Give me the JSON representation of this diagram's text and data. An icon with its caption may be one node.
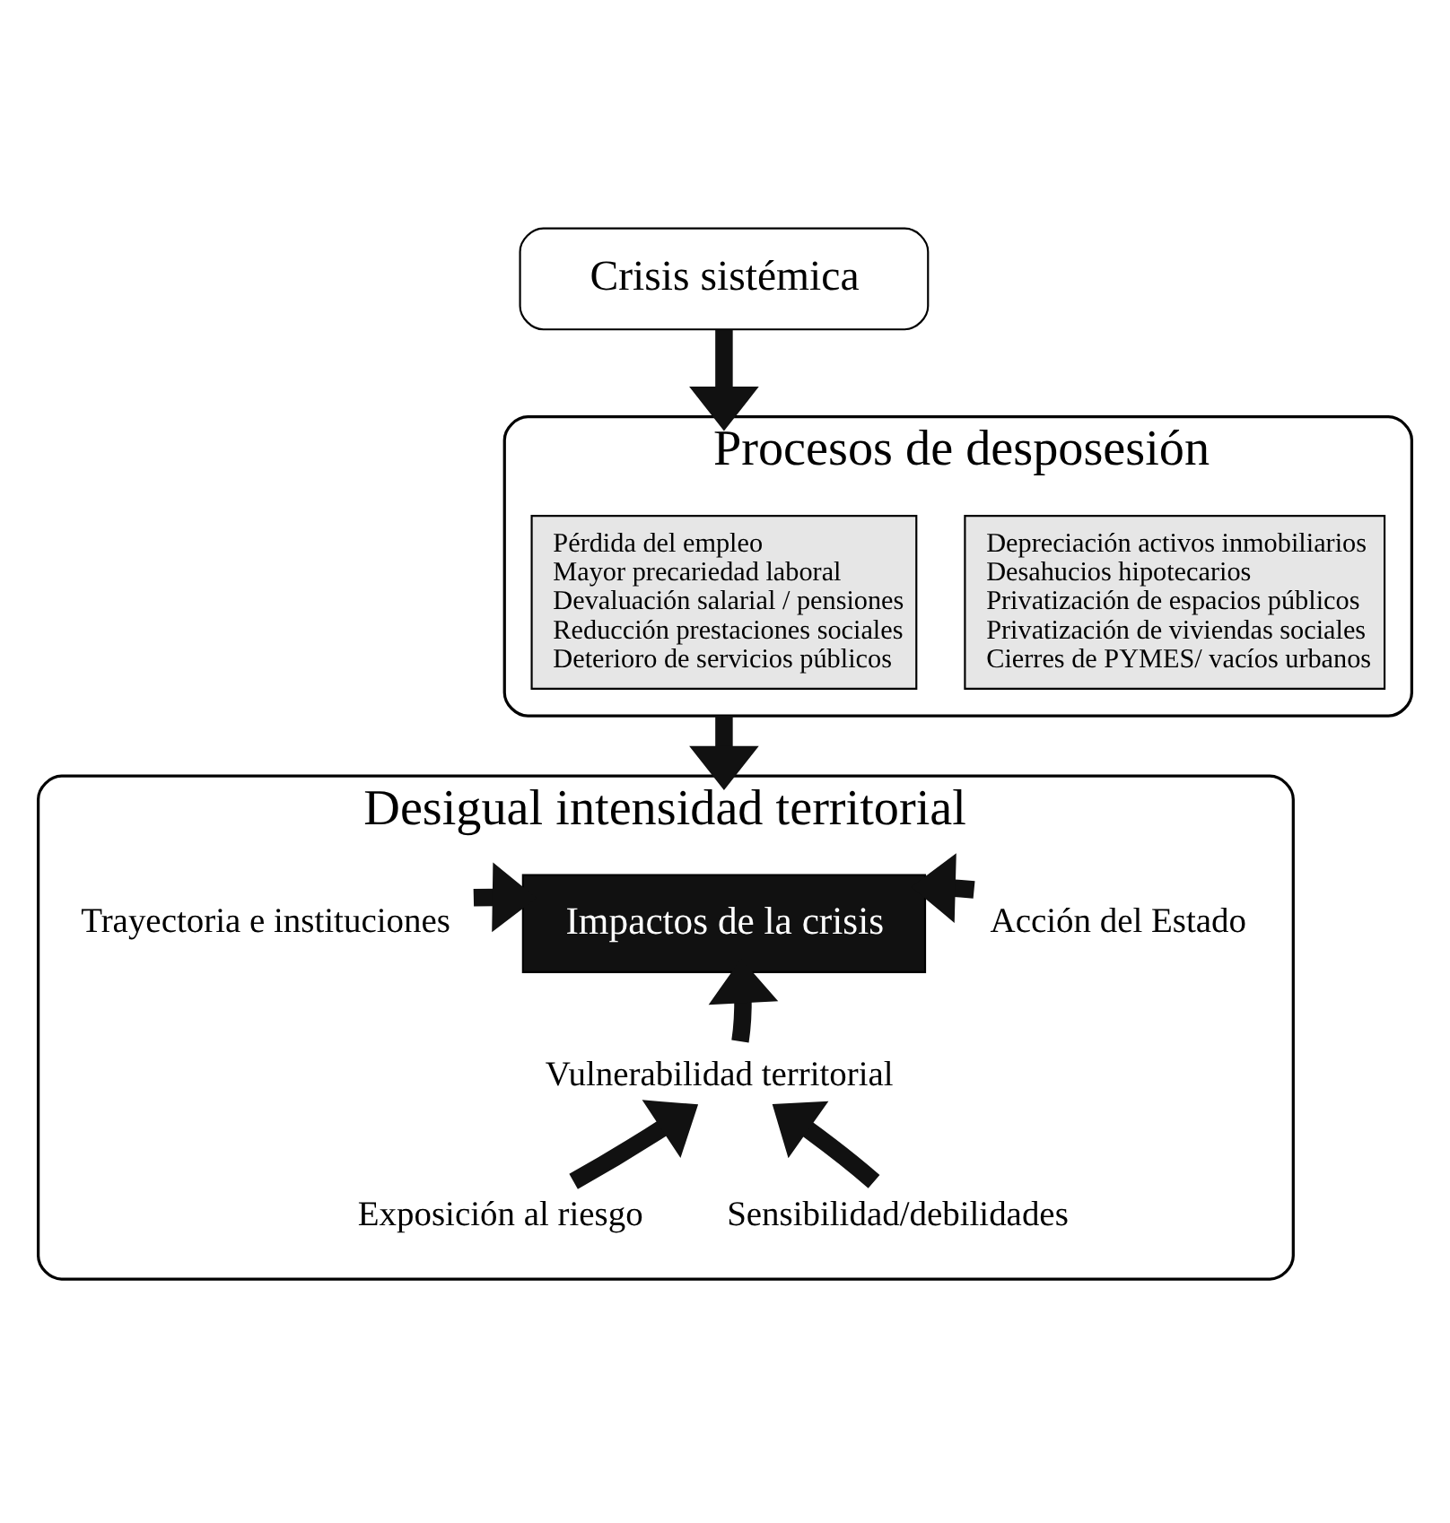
{
  "diagram": {
    "nodes": [
      {
        "text": [
          "Crisis sistémica"
        ]
      },
      {
        "text": [
          "Procesos de desposesión"
        ]
      },
      {
        "text": [
          "Pérdida del empleo",
          "Mayor precariedad laboral",
          "Devaluación salarial / pensiones",
          "Reducción prestaciones sociales",
          "Deterioro de servicios públicos"
        ],
        "in": 1
      },
      {
        "text": [
          "Depreciación activos inmobiliarios",
          "Desahucios hipotecarios",
          "Privatización de espacios públicos",
          "Privatización de viviendas sociales",
          "Cierres de PYMES/ vacíos urbanos"
        ],
        "in": 1
      },
      {
        "text": [
          "Desigual intensidad territorial"
        ]
      },
      {
        "text": [
          "Impactos de la crisis"
        ],
        "in": 4
      },
      {
        "text": [
          "Trayectoria e instituciones"
        ],
        "in": 4
      },
      {
        "text": [
          "Acción del Estado"
        ],
        "in": 4
      },
      {
        "text": [
          "Vulnerabilidad territorial"
        ],
        "in": 4
      },
      {
        "text": [
          "Exposición al riesgo"
        ],
        "in": 4
      },
      {
        "text": [
          "Sensibilidad/debilidades"
        ],
        "in": 4
      }
    ],
    "edges": [
      {
        "from": 0,
        "to": 1,
        "arrow": "to"
      },
      {
        "from": 1,
        "to": 4,
        "arrow": "to"
      },
      {
        "from": 6,
        "to": 5,
        "arrow": "to"
      },
      {
        "from": 7,
        "to": 5,
        "arrow": "to"
      },
      {
        "from": 8,
        "to": 5,
        "arrow": "to"
      },
      {
        "from": 9,
        "to": 8,
        "arrow": "to"
      },
      {
        "from": 10,
        "to": 8,
        "arrow": "to"
      }
    ]
  }
}
